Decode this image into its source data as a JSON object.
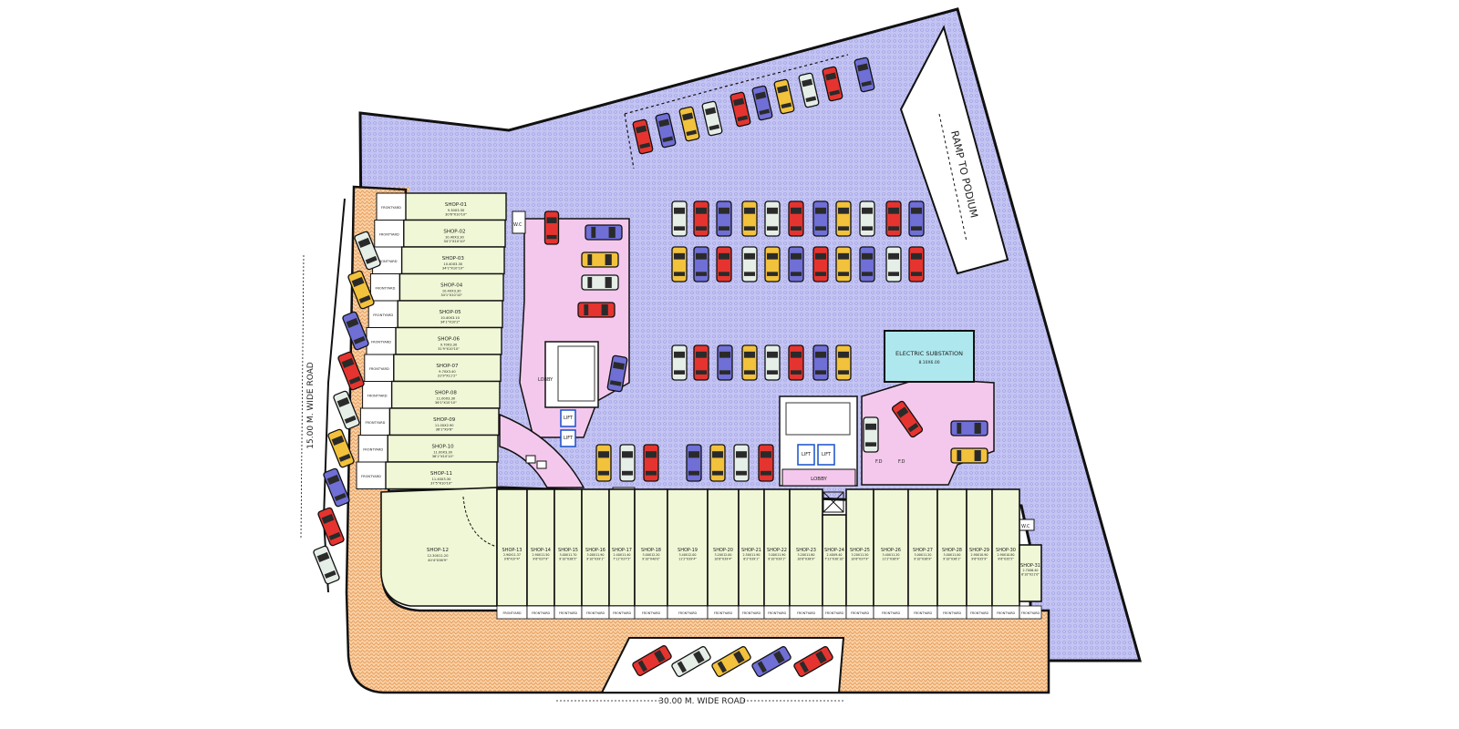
{
  "labels": {
    "ramp": "RAMP TO PODIUM",
    "substation": "ELECTRIC SUBSTATION",
    "substation_size": "8.10X6.00",
    "road_left": "15.00 M. WIDE ROAD",
    "road_bottom": "30.00 M. WIDE ROAD",
    "lobby": "LOBBY",
    "lift": "LIFT",
    "wc": "W.C",
    "frontyard": "FRONTYARD",
    "fd": "F.D"
  },
  "left_shops": [
    {
      "name": "SHOP-01",
      "dims": "9.30X3.30",
      "feet": "30'6\"X10'10\""
    },
    {
      "name": "SHOP-02",
      "dims": "10.40X3.30",
      "feet": "34'1\"X10'10\""
    },
    {
      "name": "SHOP-03",
      "dims": "10.40X3.30",
      "feet": "34'1\"X10'10\""
    },
    {
      "name": "SHOP-04",
      "dims": "10.40X3.30",
      "feet": "34'1\"X10'10\""
    },
    {
      "name": "SHOP-05",
      "dims": "10.40X3.10",
      "feet": "34'1\"X10'2\""
    },
    {
      "name": "SHOP-06",
      "dims": "9.70X3.30",
      "feet": "31'9\"X10'10\""
    },
    {
      "name": "SHOP-07",
      "dims": "9.70X3.40",
      "feet": "31'9\"X11'2\""
    },
    {
      "name": "SHOP-08",
      "dims": "11.00X3.30",
      "feet": "36'1\"X10'10\""
    },
    {
      "name": "SHOP-09",
      "dims": "11.00X2.90",
      "feet": "36'1\"X9'6\""
    },
    {
      "name": "SHOP-10",
      "dims": "11.00X3.30",
      "feet": "36'1\"X10'10\""
    },
    {
      "name": "SHOP-11",
      "dims": "11.40X3.30",
      "feet": "37'5\"X10'10\""
    }
  ],
  "bottom_shops": [
    {
      "name": "SHOP-12",
      "dims": "12.30X11.20",
      "feet": "40'4\"X36'9\""
    },
    {
      "name": "SHOP-13",
      "dims": "2.90X11.37",
      "feet": "9'6\"X37'4\""
    },
    {
      "name": "SHOP-14",
      "dims": "2.90X11.50",
      "feet": "9'6\"X37'9\""
    },
    {
      "name": "SHOP-15",
      "dims": "3.00X11.70",
      "feet": "9'10\"X38'5\""
    },
    {
      "name": "SHOP-16",
      "dims": "3.00X11.90",
      "feet": "9'10\"X39'1\""
    },
    {
      "name": "SHOP-17",
      "dims": "2.40X11.40",
      "feet": "7'11\"X37'5\""
    },
    {
      "name": "SHOP-18",
      "dims": "3.00X12.20",
      "feet": "9'10\"X40'0\""
    },
    {
      "name": "SHOP-19",
      "dims": "3.40X12.00",
      "feet": "11'2\"X39'4\""
    },
    {
      "name": "SHOP-20",
      "dims": "3.20X12.00",
      "feet": "10'6\"X39'4\""
    },
    {
      "name": "SHOP-21",
      "dims": "2.50X11.90",
      "feet": "8'2\"X39'1\""
    },
    {
      "name": "SHOP-22",
      "dims": "3.00X11.90",
      "feet": "9'10\"X39'1\""
    },
    {
      "name": "SHOP-23",
      "dims": "3.20X11.80",
      "feet": "10'6\"X38'9\""
    },
    {
      "name": "SHOP-24",
      "dims": "2.40X9.40",
      "feet": "7'11\"X30'10\""
    },
    {
      "name": "SHOP-25",
      "dims": "3.20X11.50",
      "feet": "10'6\"X37'9\""
    },
    {
      "name": "SHOP-26",
      "dims": "3.40X11.20",
      "feet": "11'2\"X36'9\""
    },
    {
      "name": "SHOP-27",
      "dims": "3.00X11.20",
      "feet": "9'10\"X36'9\""
    },
    {
      "name": "SHOP-28",
      "dims": "3.00X11.00",
      "feet": "9'10\"X36'1\""
    },
    {
      "name": "SHOP-29",
      "dims": "2.90X10.90",
      "feet": "9'6\"X35'9\""
    },
    {
      "name": "SHOP-30",
      "dims": "2.90X10.80",
      "feet": "9'6\"X35'5\""
    },
    {
      "name": "SHOP-31",
      "dims": "2.70X6.40",
      "feet": "8'10\"X21'0\""
    }
  ],
  "colors": {
    "parking": "#c8c8f4",
    "paving": "#f6c898",
    "shop": "#f0f7d6",
    "lobby": "#f4c8ec",
    "substation": "#aee8ee",
    "car_red": "#e5342f",
    "car_blue": "#6f6fd6",
    "car_yellow": "#f2c23c",
    "car_white": "#e6eee8"
  }
}
